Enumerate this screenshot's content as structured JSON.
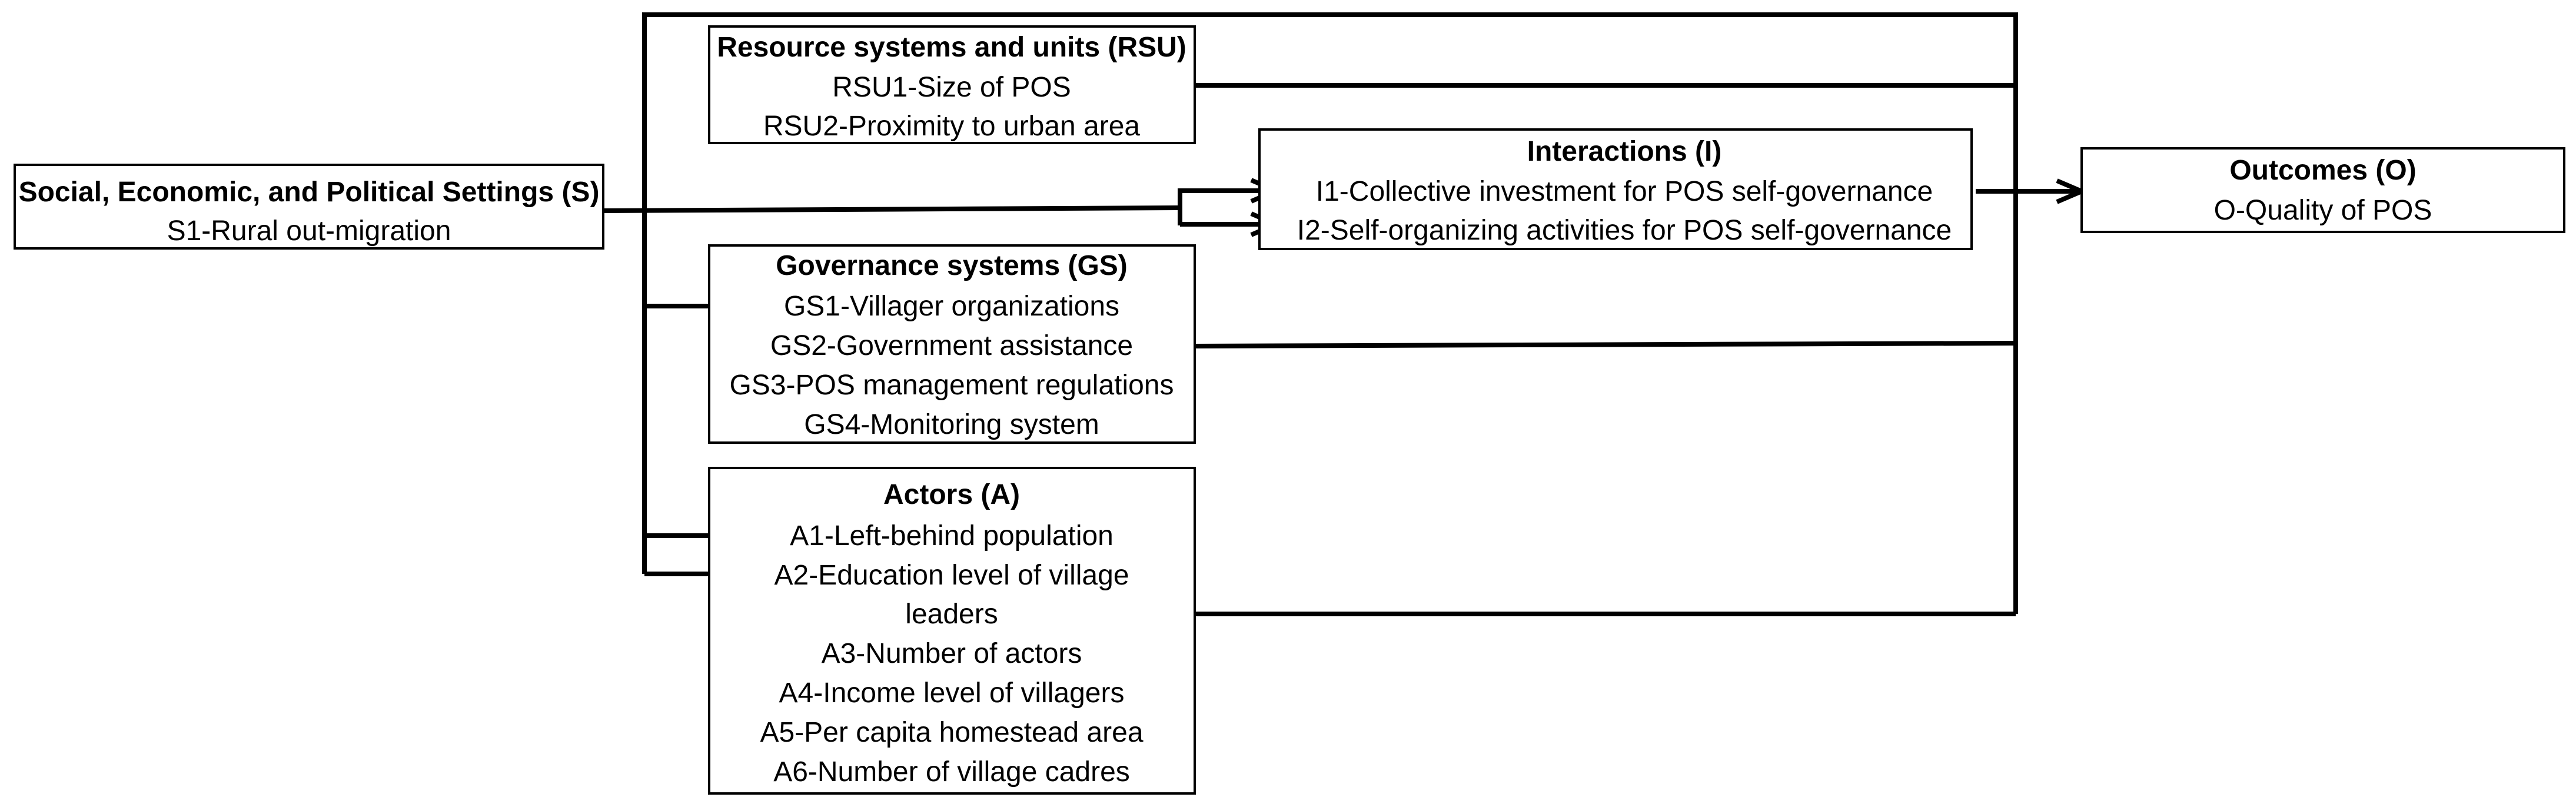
{
  "settings": {
    "title": "Social, Economic, and Political Settings (S)",
    "items": [
      "S1-Rural out-migration"
    ]
  },
  "rsu": {
    "title": "Resource systems and units (RSU)",
    "items": [
      "RSU1-Size of POS",
      "RSU2-Proximity to urban area"
    ]
  },
  "interactions": {
    "title": "Interactions (I)",
    "items": [
      "I1-Collective investment for POS self-governance",
      "I2-Self-organizing activities for POS self-governance"
    ]
  },
  "governance": {
    "title": "Governance systems (GS)",
    "items": [
      "GS1-Villager organizations",
      "GS2-Government assistance",
      "GS3-POS management regulations",
      "GS4-Monitoring system"
    ]
  },
  "actors": {
    "title": "Actors (A)",
    "items": [
      "A1-Left-behind population",
      "A2-Education level of village",
      "leaders",
      "A3-Number of actors",
      "A4-Income level of villagers",
      "A5-Per capita homestead area",
      "A6-Number of village cadres"
    ]
  },
  "outcomes": {
    "title": "Outcomes (O)",
    "items": [
      "O-Quality of POS"
    ]
  }
}
